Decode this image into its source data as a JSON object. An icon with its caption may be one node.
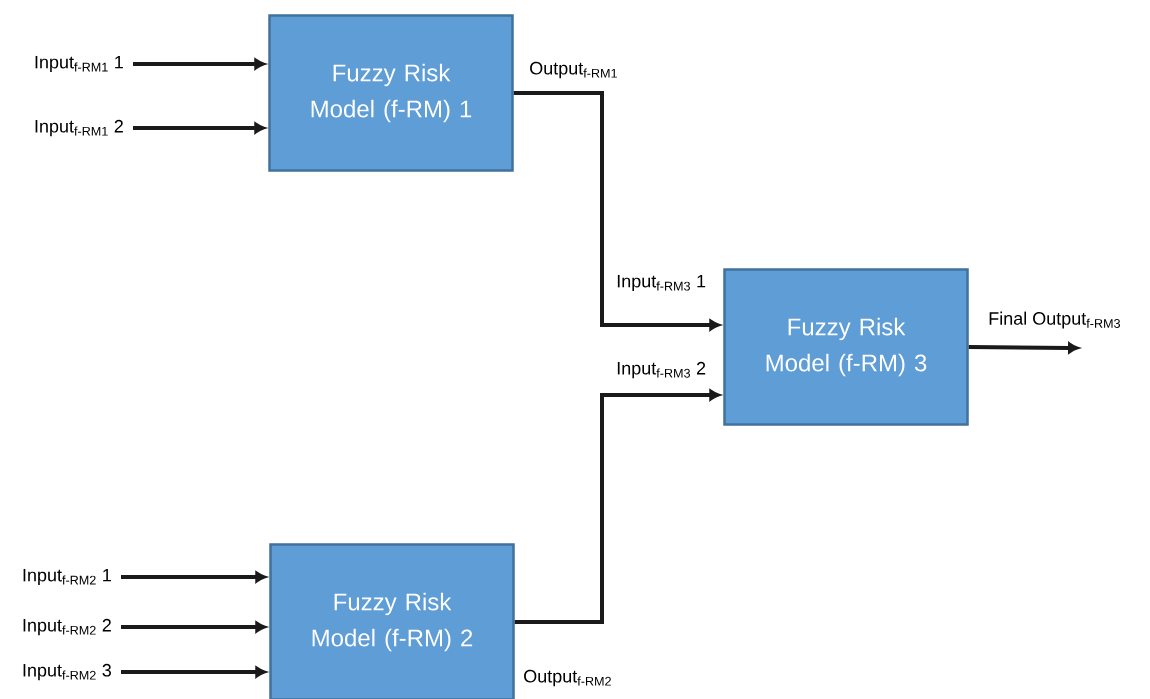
{
  "diagram": {
    "nodes": [
      {
        "text": [
          "Input$_{f-RM1}$ 1"
        ]
      },
      {
        "text": [
          "Input$_{f-RM1}$ 2"
        ]
      },
      {
        "text": [
          "Fuzzy Risk Model (f-RM) 1"
        ]
      },
      {
        "text": [
          "Fuzzy Risk Model (f-RM) 3"
        ]
      },
      {
        "text": [
          "Input$_{f-RM2}$ 1"
        ]
      },
      {
        "text": [
          "Input$_{f-RM2}$ 2"
        ]
      },
      {
        "text": [
          "Input$_{f-RM2}$ 3"
        ]
      },
      {
        "text": [
          "Fuzzy Risk Model (f-RM) 2"
        ]
      }
    ],
    "edges": [
      {
        "from": 0,
        "to": 2,
        "arrow": "to"
      },
      {
        "from": 1,
        "to": 2,
        "arrow": "to"
      },
      {
        "from": 2,
        "to": 3,
        "arrow": "to",
        "label": "Output$_{f-RM1}$"
      },
      {
        "from": 7,
        "to": 3,
        "arrow": "to",
        "label": "Output$_{f-RM2}$"
      },
      {
        "from": 3,
        "to": null,
        "arrow": "to",
        "label": "Final Output$_{f-RM3}$"
      },
      {
        "from": 4,
        "to": 7,
        "arrow": "to"
      },
      {
        "from": 5,
        "to": 7,
        "arrow": "to"
      },
      {
        "from": 6,
        "to": 7,
        "arrow": "to"
      }
    ],
    "labels": [
      "Input$_{f-RM3}$ 1",
      "Input$_{f-RM3}$ 2"
    ]
  }
}
